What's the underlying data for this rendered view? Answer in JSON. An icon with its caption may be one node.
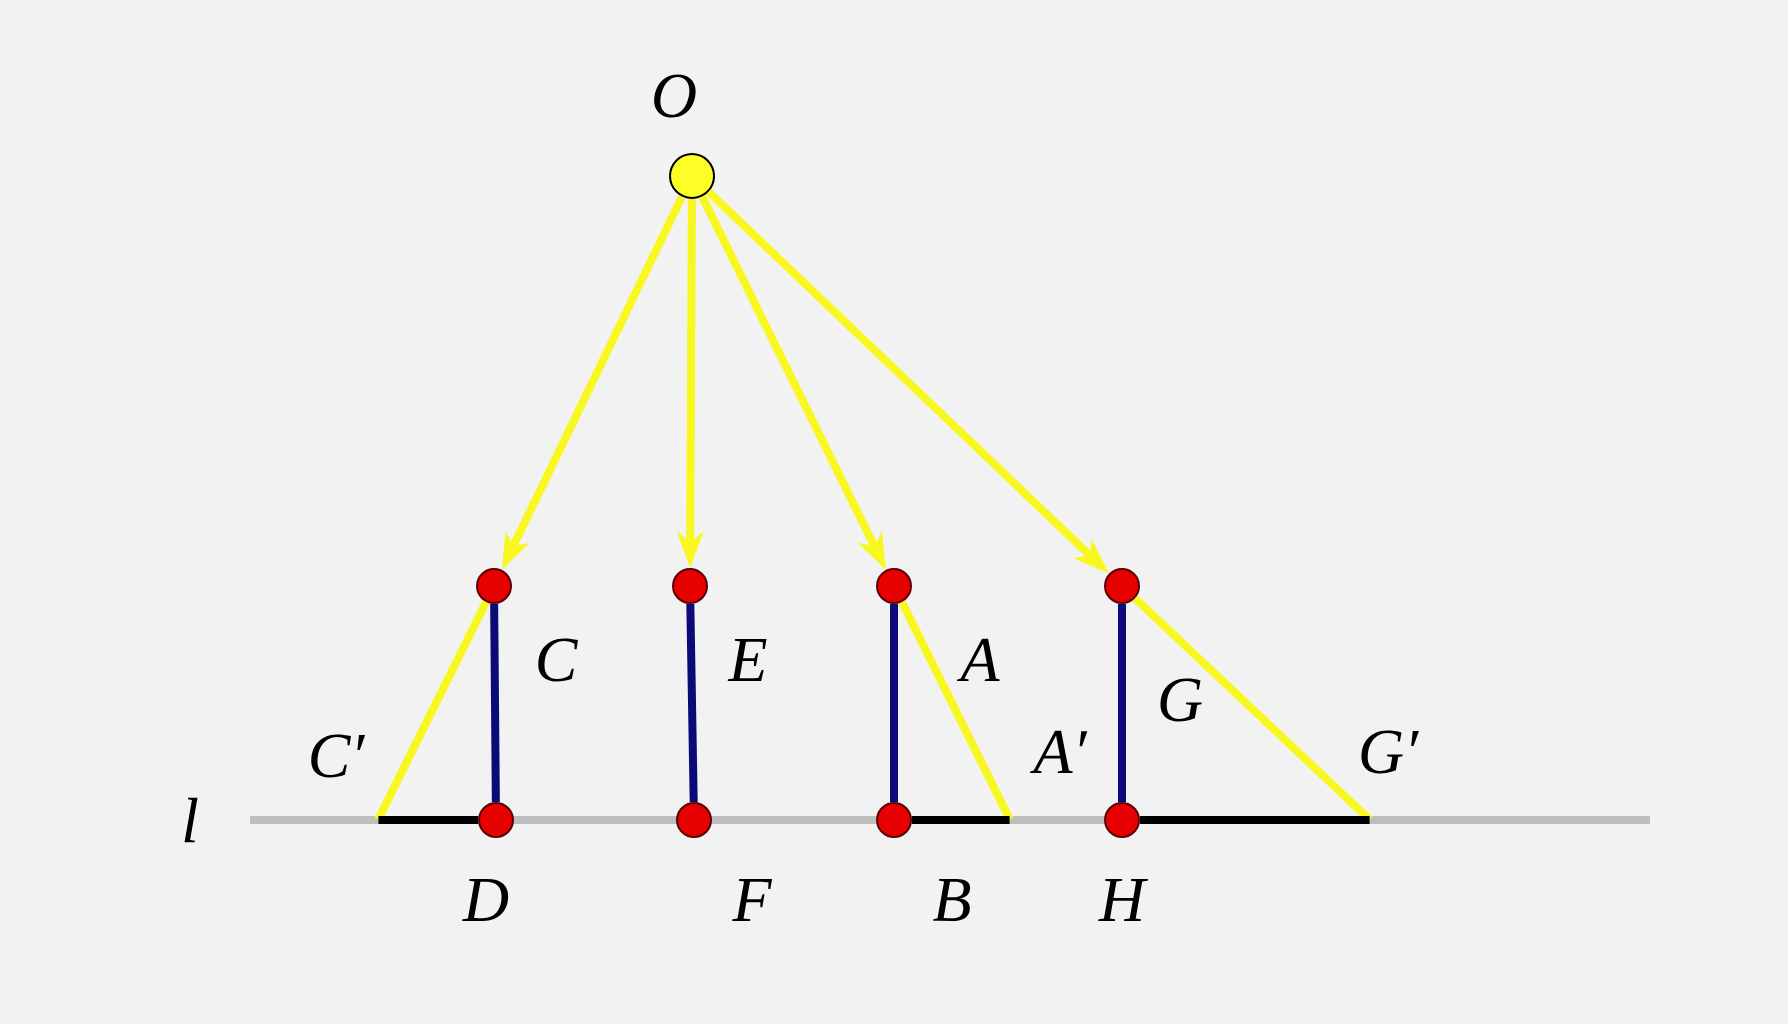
{
  "diagram": {
    "nodes": [
      {
        "text": [
          "O"
        ]
      },
      {
        "text": [
          "C"
        ]
      },
      {
        "text": [
          "E"
        ]
      },
      {
        "text": [
          "A"
        ]
      },
      {
        "text": [
          "G"
        ]
      },
      {
        "text": [
          "C′"
        ]
      },
      {
        "text": [
          "A′"
        ]
      },
      {
        "text": [
          "G′"
        ]
      },
      {
        "text": [
          "D"
        ]
      },
      {
        "text": [
          "F"
        ]
      },
      {
        "text": [
          "B"
        ]
      },
      {
        "text": [
          "H"
        ]
      }
    ],
    "edges": [
      {
        "from": 0,
        "to": 1,
        "arrow": "to"
      },
      {
        "from": 0,
        "to": 2,
        "arrow": "to"
      },
      {
        "from": 0,
        "to": 3,
        "arrow": "to"
      },
      {
        "from": 0,
        "to": 4,
        "arrow": "to"
      },
      {
        "from": 1,
        "to": 5,
        "arrow": "none"
      },
      {
        "from": 3,
        "to": 6,
        "arrow": "none"
      },
      {
        "from": 4,
        "to": 7,
        "arrow": "none"
      },
      {
        "from": 1,
        "to": 8,
        "arrow": "none",
        "color": "#0a0a78"
      },
      {
        "from": 2,
        "to": 9,
        "arrow": "none",
        "color": "#0a0a78"
      },
      {
        "from": 3,
        "to": 10,
        "arrow": "none",
        "color": "#0a0a78"
      },
      {
        "from": 4,
        "to": 11,
        "arrow": "none",
        "color": "#0a0a78"
      },
      {
        "from": 5,
        "to": 8,
        "arrow": "none",
        "color": "#000000"
      },
      {
        "from": 10,
        "to": 6,
        "arrow": "none",
        "color": "#000000"
      },
      {
        "from": 11,
        "to": 7,
        "arrow": "none",
        "color": "#000000"
      }
    ],
    "labels": [
      "l"
    ]
  }
}
